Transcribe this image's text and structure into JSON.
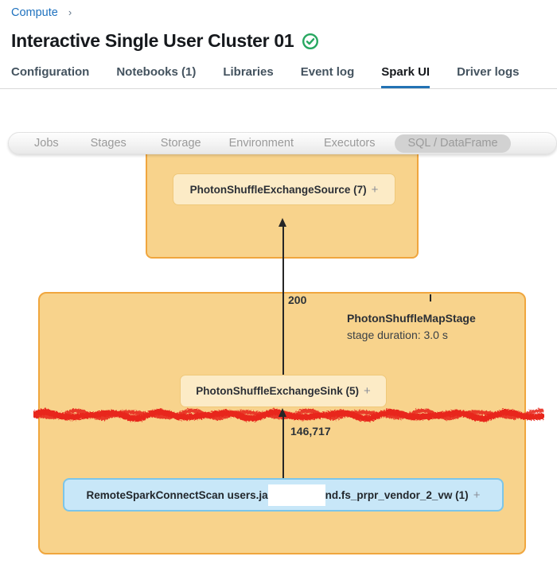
{
  "breadcrumb": {
    "label": "Compute",
    "separator": "›"
  },
  "header": {
    "title": "Interactive Single User Cluster 01",
    "status_icon": "green-check-circle",
    "status_color": "#27a760"
  },
  "tabs": [
    {
      "label": "Configuration",
      "active": false
    },
    {
      "label": "Notebooks (1)",
      "active": false
    },
    {
      "label": "Libraries",
      "active": false
    },
    {
      "label": "Event log",
      "active": false
    },
    {
      "label": "Spark UI",
      "active": true
    },
    {
      "label": "Driver logs",
      "active": false
    }
  ],
  "spark_ui_tabs": {
    "items": [
      "Jobs",
      "Stages",
      "Storage",
      "Environment",
      "Executors"
    ],
    "selected": "SQL / DataFrame"
  },
  "dag": {
    "upstream_stage": {
      "node": {
        "label": "PhotonShuffleExchangeSource (7)",
        "expander": "+"
      }
    },
    "map_stage": {
      "name": "PhotonShuffleMapStage",
      "duration": "stage duration: 3.0 s",
      "sink_node": {
        "label": "PhotonShuffleExchangeSink (5)",
        "expander": "+"
      },
      "scan_node": {
        "text_prefix": "RemoteSparkConnectScan users.ja",
        "text_suffix": "nd.fs_prpr_vendor_2_vw (1)",
        "expander": "+",
        "redacted": true
      }
    },
    "edges": [
      {
        "from": "PhotonShuffleExchangeSink (5)",
        "to": "PhotonShuffleExchangeSource (7)",
        "label": "200"
      },
      {
        "from": "RemoteSparkConnectScan",
        "to": "PhotonShuffleExchangeSink (5)",
        "label": "146,717"
      }
    ]
  },
  "colors": {
    "accent_blue": "#2272b4",
    "link_blue": "#1f72bf",
    "stage_fill": "#f8d38c",
    "stage_border": "#f0a63e",
    "node_fill": "#fcebc6",
    "node_border": "#efc87a",
    "scan_fill": "#c8e7f8",
    "scan_border": "#7cc5e9",
    "redaction_red": "#e8281c",
    "status_green": "#27a760"
  }
}
